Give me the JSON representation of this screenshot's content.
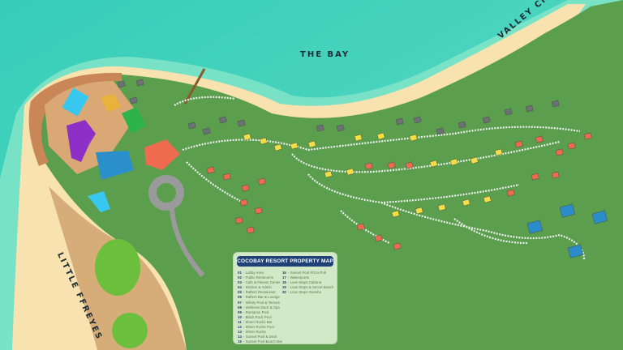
{
  "map": {
    "labels": {
      "bay": "THE BAY",
      "church": "VALLEY CHURCH",
      "beach": "LITTLE FFREYES"
    },
    "colors": {
      "sea": "#3ed3bf",
      "shallow": "#7fe3c6",
      "beach": "#f8e2b0",
      "land": "#5b9f4e",
      "path": "#f2f2f2",
      "grey_villa": "#6b7174",
      "yellow_villa": "#f3df45",
      "coral_villa": "#ee6b50",
      "blue_villa": "#2a8ccb",
      "legend_header": "#1f4177"
    }
  },
  "legend": {
    "title": "COCOBAY RESORT PROPERTY MAP",
    "items": [
      {
        "num": "01",
        "label": "Lobby Area"
      },
      {
        "num": "02",
        "label": "Public Restrooms"
      },
      {
        "num": "03",
        "label": "Cafe & Fitness Center"
      },
      {
        "num": "04",
        "label": "Kitchen & Admin"
      },
      {
        "num": "05",
        "label": "Rafters Restaurant"
      },
      {
        "num": "06",
        "label": "Rafters Bar & Lounge"
      },
      {
        "num": "07",
        "label": "Infinity Pool & Terrace"
      },
      {
        "num": "08",
        "label": "Wellness Deck & Spa"
      },
      {
        "num": "09",
        "label": "Romance Pool"
      },
      {
        "num": "10",
        "label": "Black Rock Pool"
      },
      {
        "num": "11",
        "label": "Sheer Rocks Bar"
      },
      {
        "num": "12",
        "label": "Sheer Rocks Pool"
      },
      {
        "num": "13",
        "label": "Sheer Rocks"
      },
      {
        "num": "14",
        "label": "Sunset Pool & Deck"
      },
      {
        "num": "15",
        "label": "Sunset Pool Beach Bar"
      },
      {
        "num": "16",
        "label": "Sunset Pool Pizza Pub"
      },
      {
        "num": "17",
        "label": "Watersports"
      },
      {
        "num": "18",
        "label": "Love Steps Cabana"
      },
      {
        "num": "19",
        "label": "Love Steps & Secret Beach"
      },
      {
        "num": "20",
        "label": "Love Steps Gazebo"
      }
    ]
  }
}
